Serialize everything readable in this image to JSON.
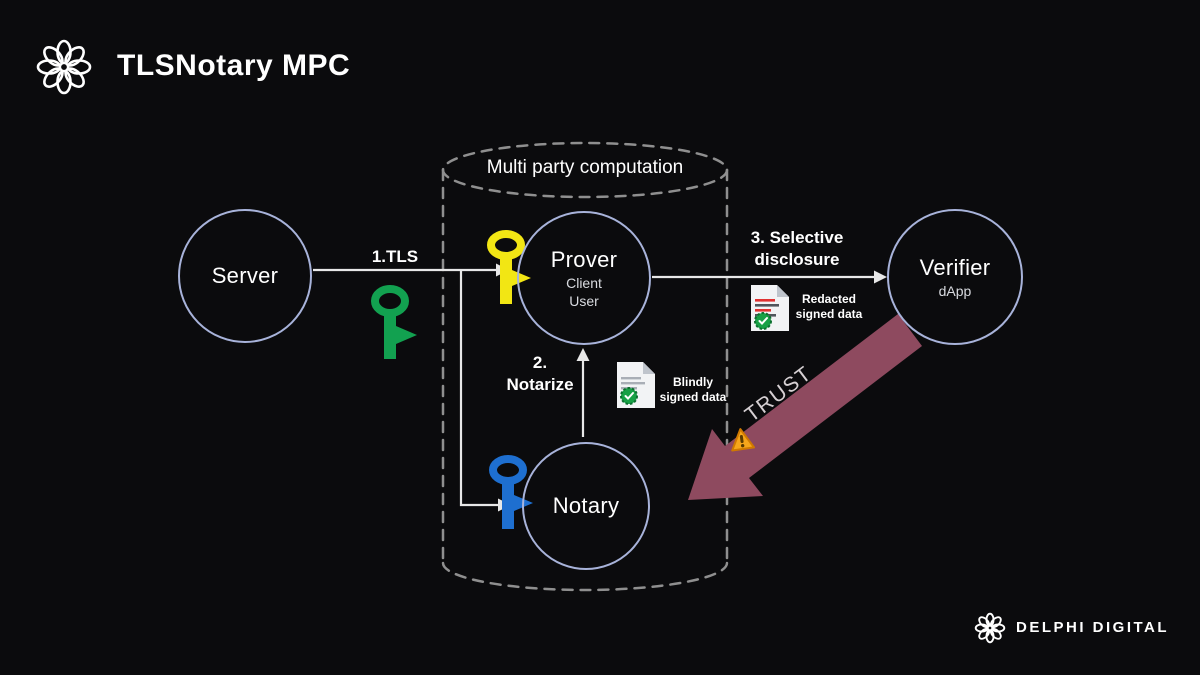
{
  "header": {
    "title": "TLSNotary MPC"
  },
  "mpc_container": {
    "label": "Multi party computation"
  },
  "nodes": {
    "server": {
      "label": "Server"
    },
    "prover": {
      "label": "Prover",
      "sub1": "Client",
      "sub2": "User"
    },
    "notary": {
      "label": "Notary"
    },
    "verifier": {
      "label": "Verifier",
      "sub": "dApp"
    }
  },
  "edges": {
    "tls": {
      "label": "1.TLS"
    },
    "notarize": {
      "line1": "2.",
      "line2": "Notarize"
    },
    "selective_disclosure": {
      "line1": "3. Selective",
      "line2": "disclosure"
    },
    "trust": {
      "label": "TRUST"
    }
  },
  "documents": {
    "blindly_signed": {
      "line1": "Blindly",
      "line2": "signed data"
    },
    "redacted_signed": {
      "line1": "Redacted",
      "line2": "signed data"
    }
  },
  "footer": {
    "brand": "DELPHI DIGITAL"
  },
  "icons": {
    "server_key": "green-key-icon",
    "prover_key": "yellow-key-icon",
    "notary_key": "blue-key-icon",
    "trust_warning": "warning-triangle-icon",
    "blindly_doc": "signed-document-icon",
    "redacted_doc": "redacted-document-icon",
    "logo": "tlsnotary-knot-logo-icon",
    "footer_logo": "delphi-knot-logo-icon"
  },
  "colors": {
    "background": "#0b0b0d",
    "node_stroke": "#a8b3da",
    "arrow": "#e8e8e8",
    "dashed_container": "#8f8f8f",
    "trust_arrow": "#8e4a5f",
    "key_green": "#12a150",
    "key_yellow": "#f2e614",
    "key_blue": "#1e6fd0",
    "doc_seal_green": "#18a146",
    "redaction_red": "#e03131",
    "warning_orange": "#f6a61b"
  }
}
